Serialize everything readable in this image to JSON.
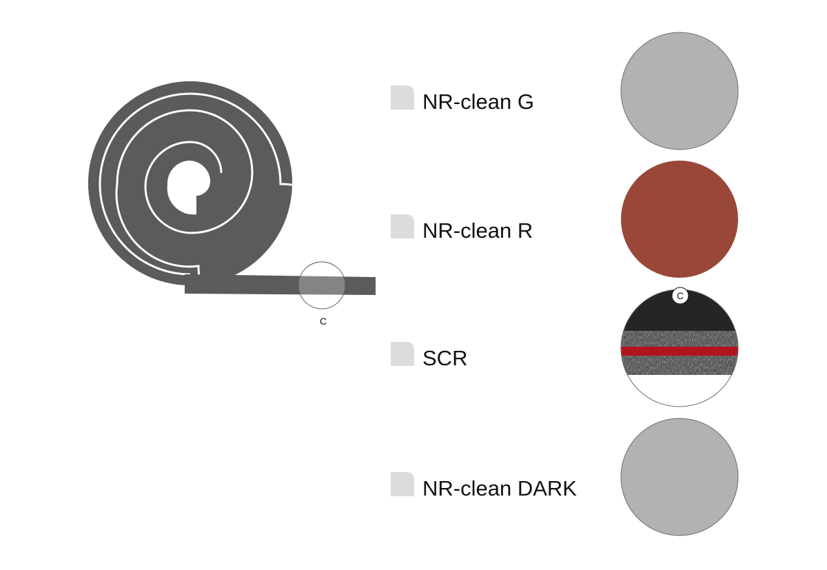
{
  "roll": {
    "detail_marker": "C",
    "strip_color": "#5c5b5c"
  },
  "materials": [
    {
      "label": "NR-clean G",
      "swatch_color": "#b3b2b3",
      "tab_color": "#dcdcdc"
    },
    {
      "label": "NR-clean R",
      "swatch_color": "#984738",
      "tab_color": "#dcdcdc"
    },
    {
      "label": "SCR",
      "swatch_type": "cross-section",
      "detail_marker": "C",
      "tab_color": "#dcdcdc",
      "layers": {
        "top": "#252525",
        "textured": "#3c3c3c",
        "stripe": "#b3131b",
        "bottom": "#ffffff"
      }
    },
    {
      "label": "NR-clean DARK",
      "swatch_color": "#b3b2b3",
      "tab_color": "#dcdcdc"
    }
  ]
}
